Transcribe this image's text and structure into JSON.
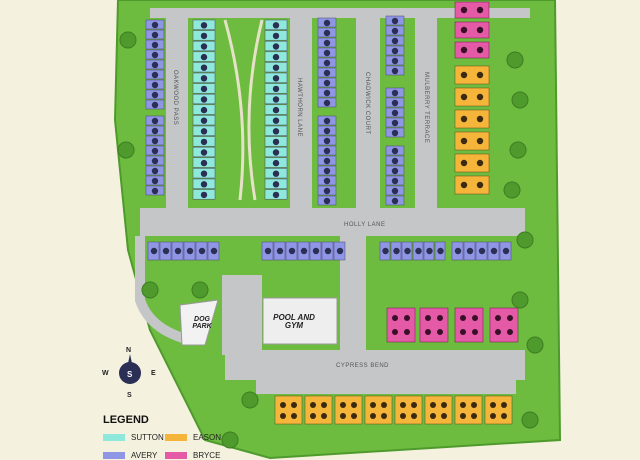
{
  "streets": {
    "oakwood_pass": "OAKWOOD PASS",
    "hawthorn_lane": "HAWTHORN LANE",
    "chadwick_court": "CHADWICK COURT",
    "mulberry_terrace": "MULBERRY TERRACE",
    "holly_lane": "HOLLY LANE",
    "cypress_bend": "CYPRESS BEND"
  },
  "amenities": {
    "dog_park": "DOG PARK",
    "pool_gym": "POOL AND GYM"
  },
  "compass": {
    "n": "N",
    "s": "S",
    "e": "E",
    "w": "W",
    "logo": "S"
  },
  "legend": {
    "title": "LEGEND",
    "items": [
      {
        "label": "SUTTON",
        "color": "#8fe8dc"
      },
      {
        "label": "EASON",
        "color": "#f5b43a"
      },
      {
        "label": "AVERY",
        "color": "#8f96e6"
      },
      {
        "label": "BRYCE",
        "color": "#e45aa6"
      }
    ]
  },
  "colors": {
    "grass": "#6dbb3f",
    "road": "#c4c6c8",
    "sutton": "#8fe8dc",
    "avery": "#8f96e6",
    "eason": "#f5b43a",
    "bryce": "#e45aa6"
  }
}
